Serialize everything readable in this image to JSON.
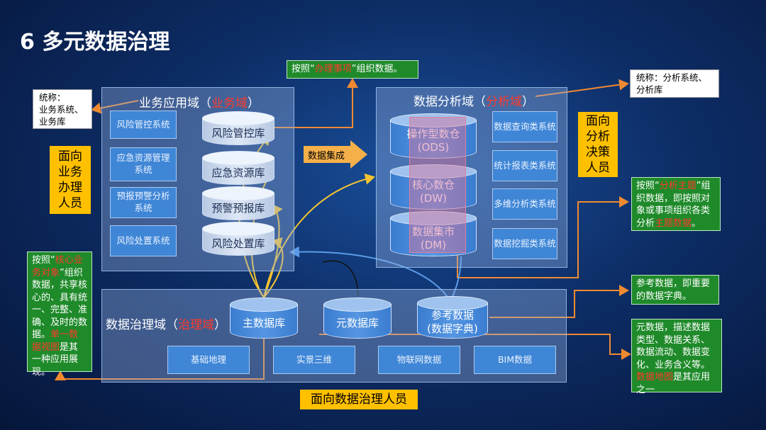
{
  "title": "6 多元数据治理",
  "business_domain": {
    "title": "业务应用域（",
    "title_red": "业务域",
    "title_end": "）",
    "systems": [
      "风险管控系统",
      "应急资源管理系统",
      "预报预警分析系统",
      "风险处置系统"
    ],
    "databases": [
      "风险管控库",
      "应急资源库",
      "预警预报库",
      "风险处置库"
    ]
  },
  "analysis_domain": {
    "title": "数据分析域（",
    "title_red": "分析域",
    "title_end": "）",
    "stores": [
      "操作型数仓\n(ODS)",
      "核心数仓\n(DW)",
      "数据集市\n(DM)"
    ],
    "tools": [
      "数据查询类系统",
      "统计报表类系统",
      "多维分析类系统",
      "数据挖掘类系统"
    ]
  },
  "governance_domain": {
    "title": "数据治理域（",
    "title_red": "治理域",
    "title_end": "）",
    "databases": [
      "主数据库",
      "元数据库",
      "参考数据\n(数据字典)"
    ],
    "layers": [
      "基础地理",
      "实景三维",
      "物联网数据",
      "BIM数据"
    ]
  },
  "integration_label": "数据集成",
  "callouts": {
    "business_collective": "统称：\n业务系统、\n业务库",
    "analysis_collective": "统称：分析系统、\n分析库",
    "by_matter_pre": "按照“",
    "by_matter_red": "办理事项",
    "by_matter_post": "”组织数据。",
    "core_pre": "按照“",
    "core_red": "核心业务对象",
    "core_mid": "”组织数据，共享核心的、具有统一、完整、准确、及时的数据。",
    "core_red2": "单一数据视图",
    "core_post": "是其一种应用展现。",
    "topic_pre": "按照“",
    "topic_red": "分析主题",
    "topic_mid": "”组织数据，即按照对象或事项组织各类分析",
    "topic_red2": "主题数据",
    "topic_post": "。",
    "reference": "参考数据，即重要的数据字典。",
    "metadata_pre": "元数据，描述数据类型、数据关系、数据流动、数据变化、业务含义等。",
    "metadata_red": "数据地图",
    "metadata_post": "是其应用之一"
  },
  "roles": {
    "business": "面向\n业务\n办理\n人员",
    "analysis": "面向\n分析\n决策\n人员",
    "governance": "面向数据治理人员"
  },
  "colors": {
    "accent_red": "#ff3a2a",
    "green_box": "#1f8a2a",
    "yellow_box": "#ffc000",
    "connector_orange": "#f08a30",
    "connector_yellow": "#f4c430"
  }
}
